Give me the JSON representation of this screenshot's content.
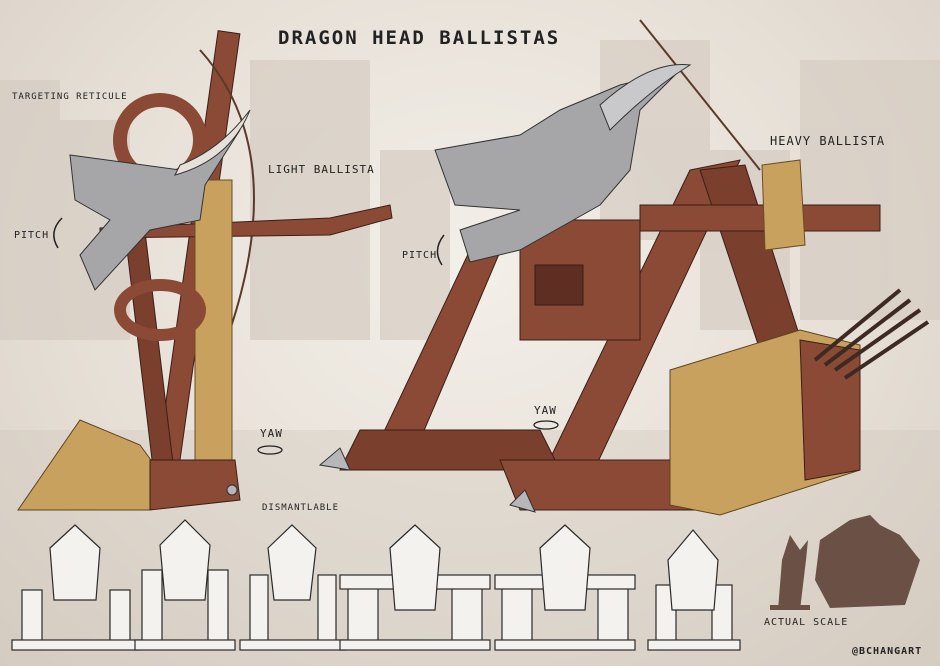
{
  "sheet": {
    "title": "DRAGON HEAD BALLISTAS",
    "labels": {
      "targeting_reticule": "TARGETING RETICULE",
      "light_ballista": "LIGHT BALLISTA",
      "heavy_ballista": "HEAVY BALLISTA",
      "pitch_light": "PITCH",
      "pitch_heavy": "PITCH",
      "yaw_light": "YAW",
      "yaw_heavy": "YAW",
      "dismantlable": "DISMANTLABLE",
      "actual_scale": "ACTUAL SCALE"
    },
    "credit": "@BCHANGART"
  },
  "colors": {
    "wood": "#8a4a35",
    "wood_dark": "#5e2e22",
    "gold": "#c9a15e",
    "gold_dark": "#8d6a33",
    "steel": "#b7b7b9",
    "silhouette": "#6b5046",
    "background": "#e9e3dc"
  }
}
